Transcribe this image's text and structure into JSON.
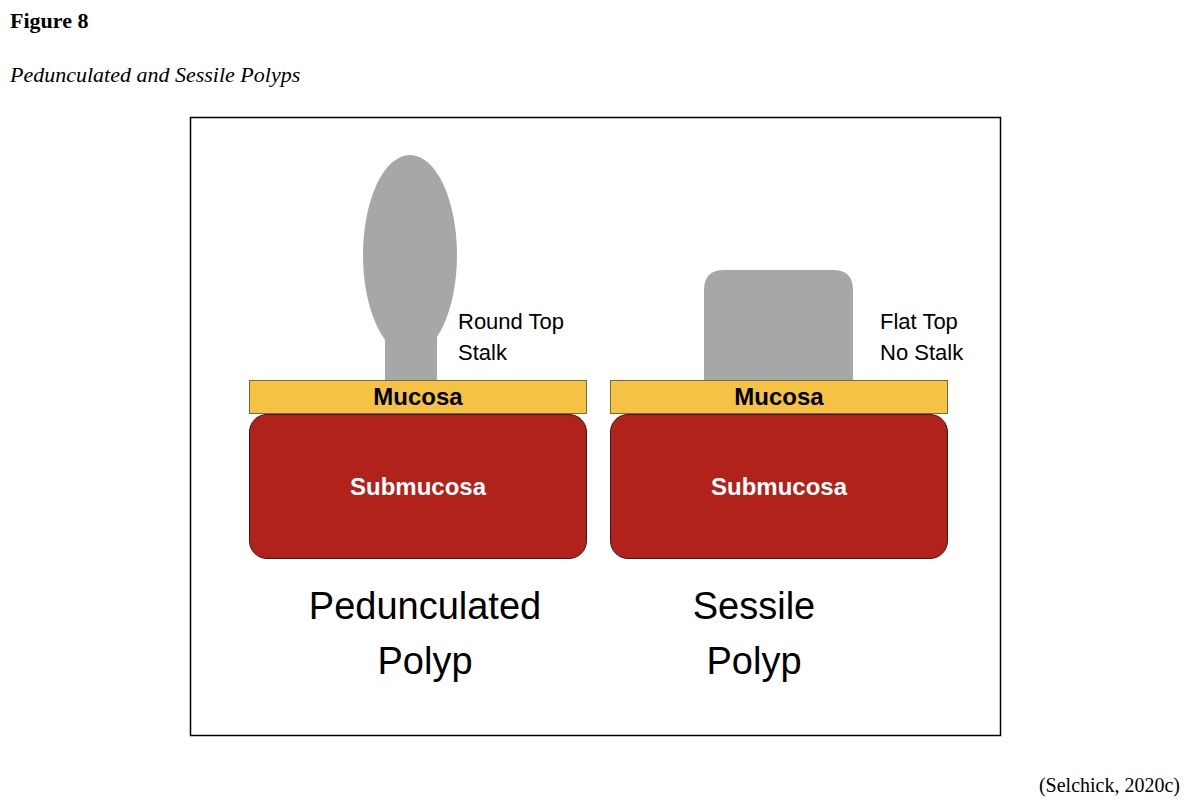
{
  "diagram": {
    "title": "Figure 8",
    "caption": "Pedunculated and Sessile Polyps",
    "nodes": [
      {
        "text": [
          "Mucosa"
        ]
      },
      {
        "text": [
          "Submucosa"
        ]
      },
      {
        "text": [
          "Mucosa"
        ]
      },
      {
        "text": [
          "Submucosa"
        ]
      }
    ],
    "labels": [
      "Round Top",
      "Stalk",
      "Flat Top",
      "No Stalk",
      "Pedunculated Polyp",
      "Sessile Polyp",
      "(Selchick, 2020c)"
    ]
  }
}
